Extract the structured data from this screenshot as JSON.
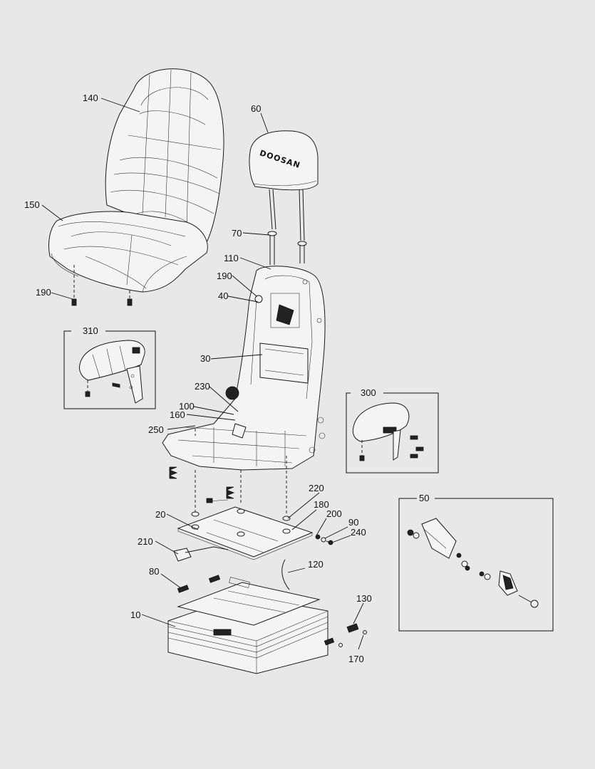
{
  "brand_text": "DOOSAN",
  "callouts": {
    "c140": "140",
    "c60": "60",
    "c150": "150",
    "c70": "70",
    "c110": "110",
    "c190a": "190",
    "c190b": "190",
    "c40": "40",
    "c310": "310",
    "c30": "30",
    "c230": "230",
    "c300": "300",
    "c100": "100",
    "c160": "160",
    "c250": "250",
    "c220": "220",
    "c20": "20",
    "c180": "180",
    "c200": "200",
    "c90": "90",
    "c240": "240",
    "c50": "50",
    "c210": "210",
    "c120": "120",
    "c80": "80",
    "c130": "130",
    "c10": "10",
    "c170": "170"
  }
}
